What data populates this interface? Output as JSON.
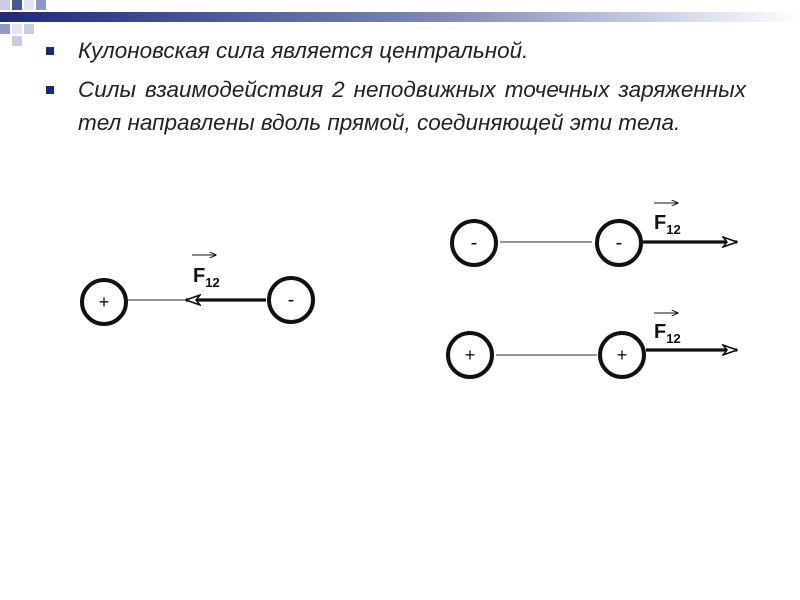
{
  "colors": {
    "bullet": "#1a2a7a",
    "header_gradient_start": "#1f2a78",
    "header_gradient_end": "#ffffff",
    "ink": "#111111"
  },
  "bullets": [
    {
      "text": "Кулоновская сила является центральной."
    },
    {
      "text": "Силы взаимодействия 2 неподвижных точечных заряженных тел направлены вдоль прямой, соединяющей эти тела."
    }
  ],
  "diagrams": {
    "attraction": {
      "left_charge": "+",
      "right_charge": "-",
      "force_symbol": "F",
      "force_subscript": "12",
      "force_direction": "left"
    },
    "repulsion_negative": {
      "left_charge": "-",
      "right_charge": "-",
      "force_symbol": "F",
      "force_subscript": "12",
      "force_direction": "right"
    },
    "repulsion_positive": {
      "left_charge": "+",
      "right_charge": "+",
      "force_symbol": "F",
      "force_subscript": "12",
      "force_direction": "right"
    }
  }
}
